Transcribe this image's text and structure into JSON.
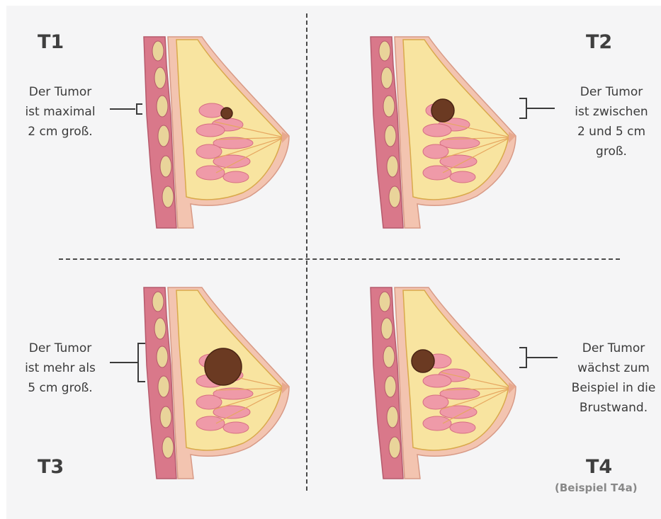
{
  "stages": [
    {
      "id": "T1",
      "label": "T1",
      "description": [
        "Der Tumor",
        "ist maximal",
        "2 cm groß."
      ]
    },
    {
      "id": "T2",
      "label": "T2",
      "description": [
        "Der Tumor",
        "ist zwischen",
        "2 und 5 cm",
        "groß."
      ]
    },
    {
      "id": "T3",
      "label": "T3",
      "description": [
        "Der Tumor",
        "ist mehr als",
        "5 cm groß."
      ]
    },
    {
      "id": "T4",
      "label": "T4",
      "note": "(Beispiel T4a)",
      "description": [
        "Der Tumor",
        "wächst zum",
        "Beispiel in die",
        "Brustwand."
      ]
    }
  ],
  "colors": {
    "background": "#f5f5f6",
    "divider": "#4a4a4a",
    "text": "#3b3b3b",
    "skin": "#f3c4b0",
    "fat": "#f8e4a0",
    "gland": "#ef9aa8",
    "muscle": "#d9788a",
    "tumor": "#6b3a22"
  }
}
